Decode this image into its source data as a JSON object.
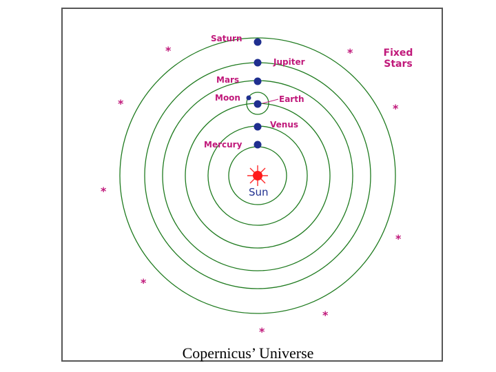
{
  "colors": {
    "orbit": "#1e7a1e",
    "planet": "#1f2f8f",
    "label": "#c0187a",
    "sun": "#ff1a1a",
    "sun_rays": "#ff2a2a",
    "sun_label": "#1f2f8f",
    "stars": "#c0187a"
  },
  "labels": {
    "saturn": "Saturn",
    "jupiter": "Jupiter",
    "mars": "Mars",
    "moon": "Moon",
    "earth": "Earth",
    "venus": "Venus",
    "mercury": "Mercury",
    "sun": "Sun",
    "fixed_line1": "Fixed",
    "fixed_line2": "Stars"
  },
  "icons": {
    "star_glyph": "*"
  },
  "caption": "Copernicus’ Universe"
}
